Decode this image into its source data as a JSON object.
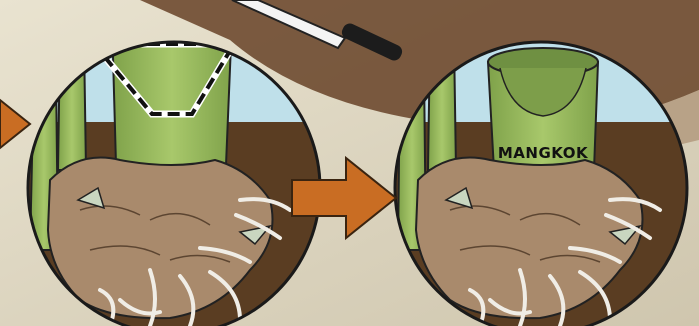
{
  "illustration": {
    "label": "MANGKOK",
    "panels": [
      "before-cut",
      "after-cut"
    ],
    "colors": {
      "sky": "#bfe0ea",
      "soil": "#5a3d22",
      "stem": "#9cbd5f",
      "stem_dark": "#6f9042",
      "corm": "#a98a6c",
      "arrow": "#c96d23",
      "ring": "#1a1a1a",
      "background": "#d9d2bd"
    }
  }
}
